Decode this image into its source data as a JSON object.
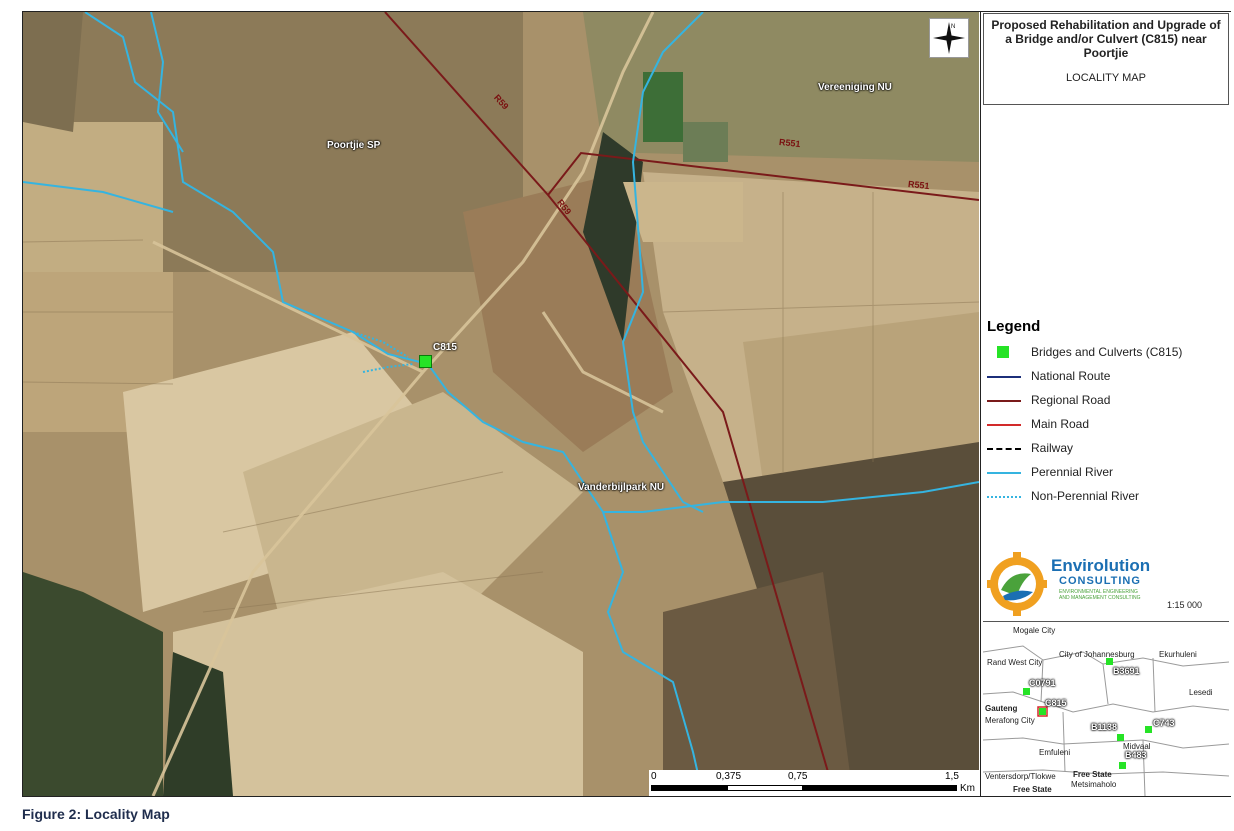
{
  "map": {
    "place_labels": {
      "poortjie": "Poortjie SP",
      "vereeniging": "Vereeniging NU",
      "vanderbijlpark": "Vanderbijlpark NU"
    },
    "road_labels": {
      "r59_a": "R59",
      "r59_b": "R59",
      "r551_a": "R551",
      "r551_b": "R551"
    },
    "site_marker": {
      "label": "C815",
      "color": "#26e326"
    },
    "north_arrow_icon": "north-arrow-icon",
    "scale_bar": {
      "ticks": [
        "0",
        "0,375",
        "0,75",
        "1,5"
      ],
      "unit": "Km"
    }
  },
  "panel": {
    "title": "Proposed Rehabilitation and Upgrade of a Bridge and/or Culvert (C815) near Poortjie",
    "subtitle": "LOCALITY MAP",
    "legend": {
      "title": "Legend",
      "items": [
        {
          "label": "Bridges and Culverts (C815)",
          "symbol": "green-square",
          "color": "#26e326"
        },
        {
          "label": "National Route",
          "symbol": "line",
          "color": "#1c2f7a"
        },
        {
          "label": "Regional Road",
          "symbol": "line",
          "color": "#7a1a1a"
        },
        {
          "label": "Main Road",
          "symbol": "line",
          "color": "#d22a2a"
        },
        {
          "label": "Railway",
          "symbol": "dashed-line",
          "color": "#000000"
        },
        {
          "label": "Perennial River",
          "symbol": "line",
          "color": "#35b4e0"
        },
        {
          "label": "Non-Perennial River",
          "symbol": "dotted-line",
          "color": "#35b4e0"
        }
      ]
    },
    "logo": {
      "name": "Envirolution",
      "sub1": "CONSULTING",
      "sub2": "ENVIRONMENTAL ENGINEERING",
      "sub3": "AND MANAGEMENT CONSULTING"
    },
    "scale_text": "1:15 000",
    "inset": {
      "places": {
        "mogale": "Mogale City",
        "johannesburg": "City of Johannesburg",
        "ekurhuleni": "Ekurhuleni",
        "randwest": "Rand West City",
        "lesedi": "Lesedi",
        "gauteng": "Gauteng",
        "merafong": "Merafong City",
        "midvaal": "Midvaal",
        "emfuleni": "Emfuleni",
        "ventersdorp": "Ventersdorp/Tlokwe",
        "freestate": "Free State",
        "metsimaholo": "Metsimaholo",
        "freestate2": "Free State"
      },
      "codes": {
        "b3691": "B3691",
        "c0791": "C0791",
        "c815": "C815",
        "b1138": "B1138",
        "c743": "C743",
        "b483": "B483"
      }
    }
  },
  "caption": "Figure 2: Locality Map"
}
